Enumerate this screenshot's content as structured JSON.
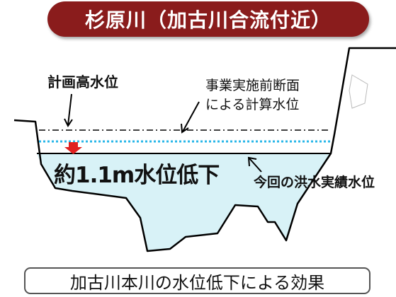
{
  "title": "杉原川（加古川合流付近）",
  "labels": {
    "planned_level": "計画高水位",
    "pre_project_level_line1": "事業実施前断面",
    "pre_project_level_line2": "による計算水位",
    "level_drop": "約1.1m水位低下",
    "actual_flood_level": "今回の洪水実績水位"
  },
  "caption": "加古川本川の水位低下による効果",
  "colors": {
    "title_bg": "#8a1c1c",
    "water_fill": "#d8f2f7",
    "pre_project_line": "#29b7e8",
    "arrow_red": "#e02020"
  }
}
